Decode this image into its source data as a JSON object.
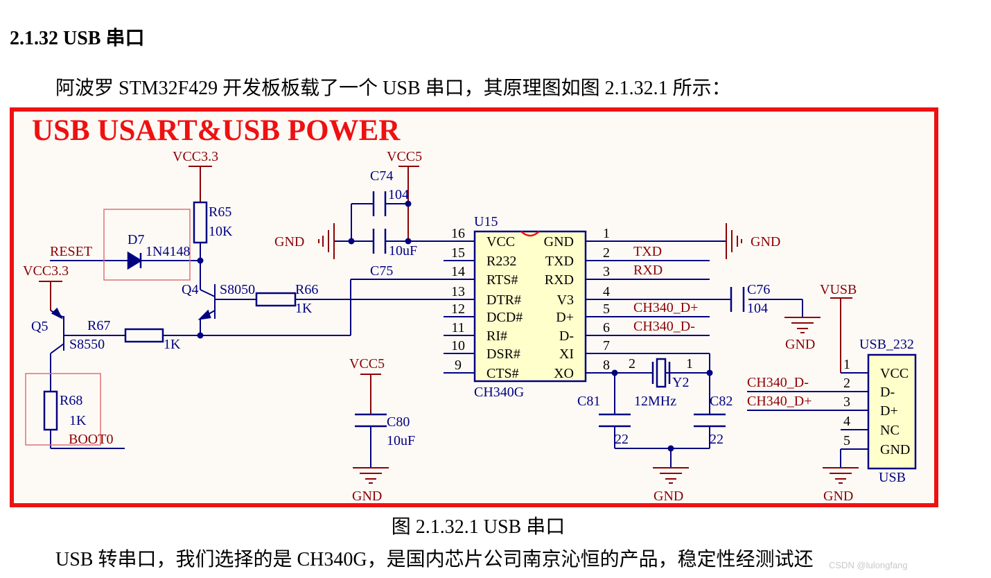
{
  "section": {
    "heading": "2.1.32 USB 串口"
  },
  "intro": "阿波罗 STM32F429 开发板板载了一个 USB 串口，其原理图如图 2.1.32.1 所示：",
  "figure": {
    "banner": "USB USART&USB POWER",
    "caption": "图 2.1.32.1 USB 串口",
    "labels": {
      "vcc33_top": "VCC3.3",
      "vcc5_top": "VCC5",
      "c74": "C74",
      "c74_val": "104",
      "c75": "C75",
      "c75_val": "10uF",
      "gnd_left": "GND",
      "gnd_right": "GND",
      "r65": "R65",
      "r65_val": "10K",
      "d7": "D7",
      "d7_val": "1N4148",
      "reset": "RESET",
      "vcc33_left": "VCC3.3",
      "q4": "Q4",
      "q4_val": "S8050",
      "r66": "R66",
      "r66_val": "1K",
      "q5": "Q5",
      "q5_val": "S8550",
      "r67": "R67",
      "r67_val": "1K",
      "r68": "R68",
      "r68_val": "1K",
      "boot0": "BOOT0",
      "vcc5_mid": "VCC5",
      "c80": "C80",
      "c80_val": "10uF",
      "gnd_c80": "GND",
      "u15": "U15",
      "ch340g": "CH340G",
      "txd_net": "TXD",
      "rxd_net": "RXD",
      "c76": "C76",
      "c76_val": "104",
      "gnd_c76": "GND",
      "dp_net": "CH340_D+",
      "dm_net": "CH340_D-",
      "c81": "C81",
      "c81_val": "22",
      "c82": "C82",
      "c82_val": "22",
      "y2": "Y2",
      "y2_val": "12MHz",
      "y2_pin2": "2",
      "y2_pin1": "1",
      "gnd_xtal": "GND",
      "vusb": "VUSB",
      "usb232": "USB_232",
      "usb_label": "USB",
      "conn_dm_net": "CH340_D-",
      "conn_dp_net": "CH340_D+",
      "gnd_usb": "GND"
    },
    "left_pins": [
      {
        "num": "16",
        "name": "VCC"
      },
      {
        "num": "15",
        "name": "R232"
      },
      {
        "num": "14",
        "name": "RTS#"
      },
      {
        "num": "13",
        "name": "DTR#"
      },
      {
        "num": "12",
        "name": "DCD#"
      },
      {
        "num": "11",
        "name": "RI#"
      },
      {
        "num": "10",
        "name": "DSR#"
      },
      {
        "num": "9",
        "name": "CTS#"
      }
    ],
    "right_pins": [
      {
        "num": "1",
        "name": "GND"
      },
      {
        "num": "2",
        "name": "TXD"
      },
      {
        "num": "3",
        "name": "RXD"
      },
      {
        "num": "4",
        "name": "V3"
      },
      {
        "num": "5",
        "name": "D+"
      },
      {
        "num": "6",
        "name": "D-"
      },
      {
        "num": "7",
        "name": "XI"
      },
      {
        "num": "8",
        "name": "XO"
      }
    ],
    "usb_pins": [
      {
        "num": "1",
        "name": "VCC"
      },
      {
        "num": "2",
        "name": "D-"
      },
      {
        "num": "3",
        "name": "D+"
      },
      {
        "num": "4",
        "name": "NC"
      },
      {
        "num": "5",
        "name": "GND"
      }
    ],
    "colors": {
      "frame": "#ee1111",
      "wire": "#000080",
      "label_red": "#8b0000",
      "label_blue": "#000080",
      "bg": "#fdfaf6",
      "chip": "#ffffcc"
    }
  },
  "bottom": "USB 转串口，我们选择的是 CH340G，是国内芯片公司南京沁恒的产品，稳定性经测试还",
  "watermark": "CSDN @lulongfang"
}
